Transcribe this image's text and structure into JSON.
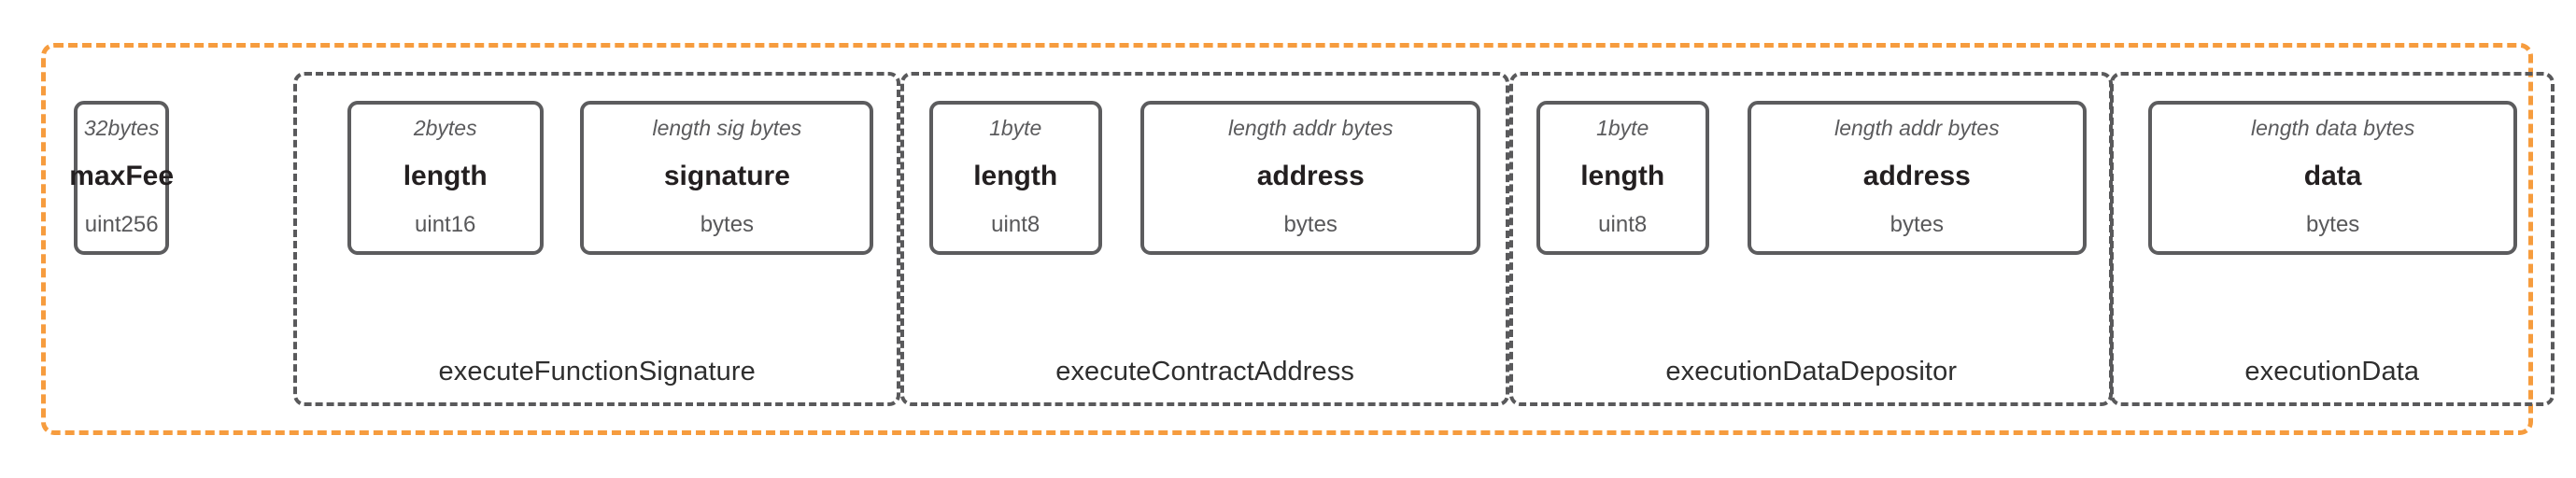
{
  "diagram": {
    "title": "Sygma generic handler execution data layout",
    "outer_border_color": "#f69c3e",
    "group_border_color": "#59595b",
    "field_border_color": "#5c5c5e",
    "background_color": "#ffffff"
  },
  "standalone_fields": [
    {
      "id": "maxFee",
      "size": "32bytes",
      "name": "maxFee",
      "type": "uint256"
    }
  ],
  "groups": [
    {
      "id": "executeFunctionSignature",
      "caption": "executeFunctionSignature",
      "fields": [
        {
          "id": "sig-length",
          "size": "2bytes",
          "name": "length",
          "type": "uint16"
        },
        {
          "id": "sig-signature",
          "size": "length sig bytes",
          "name": "signature",
          "type": "bytes"
        }
      ]
    },
    {
      "id": "executeContractAddress",
      "caption": "executeContractAddress",
      "fields": [
        {
          "id": "contract-length",
          "size": "1byte",
          "name": "length",
          "type": "uint8"
        },
        {
          "id": "contract-address",
          "size": "length addr bytes",
          "name": "address",
          "type": "bytes"
        }
      ]
    },
    {
      "id": "executionDataDepositor",
      "caption": "executionDataDepositor",
      "fields": [
        {
          "id": "depositor-length",
          "size": "1byte",
          "name": "length",
          "type": "uint8"
        },
        {
          "id": "depositor-address",
          "size": "length addr bytes",
          "name": "address",
          "type": "bytes"
        }
      ]
    },
    {
      "id": "executionData",
      "caption": "executionData",
      "fields": [
        {
          "id": "execution-data",
          "size": "length data bytes",
          "name": "data",
          "type": "bytes"
        }
      ]
    }
  ]
}
